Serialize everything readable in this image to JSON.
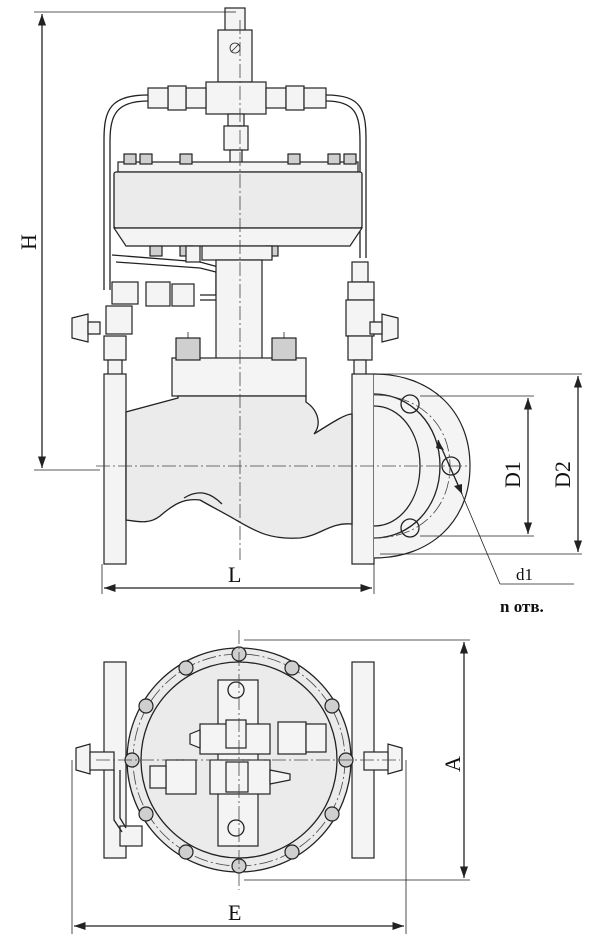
{
  "diagram": {
    "labels": {
      "H": "H",
      "L": "L",
      "D1": "D1",
      "D2": "D2",
      "d1": "d1",
      "n_holes": "n отв.",
      "A": "A",
      "E": "E"
    }
  }
}
